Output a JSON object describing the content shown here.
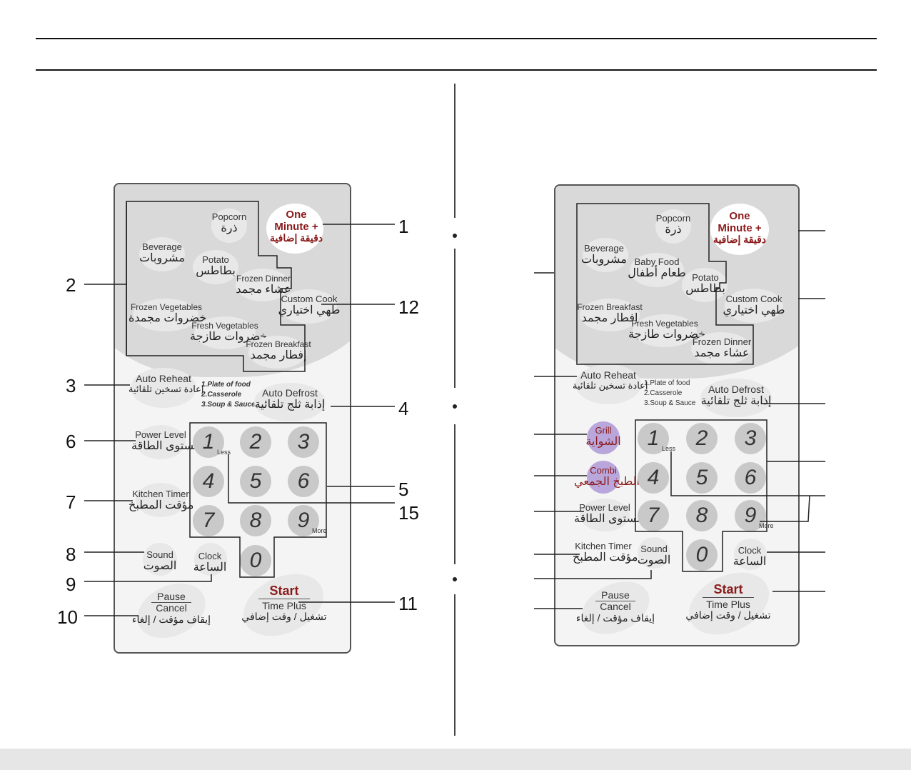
{
  "callouts": [
    "1",
    "2",
    "3",
    "4",
    "5",
    "6",
    "7",
    "8",
    "9",
    "10",
    "11",
    "12",
    "15"
  ],
  "left_panel": {
    "popcorn": {
      "en": "Popcorn",
      "ar": "ذرة"
    },
    "one_minute": {
      "en1": "One",
      "en2": "Minute +",
      "ar": "دقيقة إضافية"
    },
    "beverage": {
      "en": "Beverage",
      "ar": "مشروبات"
    },
    "potato": {
      "en": "Potato",
      "ar": "بطاطس"
    },
    "frozen_dinner": {
      "en": "Frozen Dinner",
      "ar": "عشاء مجمد"
    },
    "custom_cook": {
      "en": "Custom Cook",
      "ar": "طهي اختياري"
    },
    "frozen_vegetables": {
      "en": "Frozen Vegetables",
      "ar": "خضروات مجمدة"
    },
    "fresh_vegetables": {
      "en": "Fresh Vegetables",
      "ar": "خضروات طازجة"
    },
    "frozen_breakfast": {
      "en": "Frozen Breakfast",
      "ar": "إفطار مجمد"
    },
    "auto_reheat": {
      "en": "Auto Reheat",
      "ar": "إعادة تسخين تلقائية"
    },
    "reheat_options": [
      "1.Plate of food",
      "2.Casserole",
      "3.Soup & Sauce"
    ],
    "auto_defrost": {
      "en": "Auto Defrost",
      "ar": "إذابة ثلج تلقائية"
    },
    "power_level": {
      "en": "Power Level",
      "ar": "مستوى الطاقة"
    },
    "kitchen_timer": {
      "en": "Kitchen Timer",
      "ar": "مؤقت المطبخ"
    },
    "sound": {
      "en": "Sound",
      "ar": "الصوت"
    },
    "clock": {
      "en": "Clock",
      "ar": "الساعة"
    },
    "pause": {
      "en1": "Pause",
      "en2": "Cancel",
      "ar": "إيقاف مؤقت / إلغاء"
    },
    "start": {
      "en1": "Start",
      "en2": "Time Plus",
      "ar": "تشغيل / وقت إضافي"
    },
    "keys": [
      "1",
      "2",
      "3",
      "4",
      "5",
      "6",
      "7",
      "8",
      "9",
      "0"
    ],
    "less": "Less",
    "more": "More"
  },
  "right_panel": {
    "popcorn": {
      "en": "Popcorn",
      "ar": "ذرة"
    },
    "one_minute": {
      "en1": "One",
      "en2": "Minute +",
      "ar": "دقيقة إضافية"
    },
    "beverage": {
      "en": "Beverage",
      "ar": "مشروبات"
    },
    "baby_food": {
      "en": "Baby Food",
      "ar": "طعام أطفال"
    },
    "potato": {
      "en": "Potato",
      "ar": "بطاطس"
    },
    "custom_cook": {
      "en": "Custom Cook",
      "ar": "طهي اختياري"
    },
    "frozen_breakfast": {
      "en": "Frozen Breakfast",
      "ar": "إفطار مجمد"
    },
    "fresh_vegetables": {
      "en": "Fresh Vegetables",
      "ar": "خضروات طازجة"
    },
    "frozen_dinner": {
      "en": "Frozen Dinner",
      "ar": "عشاء مجمد"
    },
    "auto_reheat": {
      "en": "Auto Reheat",
      "ar": "إعادة تسخين تلقائية"
    },
    "reheat_options": [
      "1.Plate of food",
      "2.Casserole",
      "3.Soup & Sauce"
    ],
    "auto_defrost": {
      "en": "Auto Defrost",
      "ar": "إذابة ثلج تلقائية"
    },
    "grill": {
      "en": "Grill",
      "ar": "الشواية"
    },
    "combi": {
      "en": "Combi",
      "ar": "الطبخ الجمعي"
    },
    "power_level": {
      "en": "Power Level",
      "ar": "مستوى الطاقة"
    },
    "kitchen_timer": {
      "en": "Kitchen Timer",
      "ar": "مؤقت المطبخ"
    },
    "sound": {
      "en": "Sound",
      "ar": "الصوت"
    },
    "clock": {
      "en": "Clock",
      "ar": "الساعة"
    },
    "pause": {
      "en1": "Pause",
      "en2": "Cancel",
      "ar": "إيقاف مؤقت / إلغاء"
    },
    "start": {
      "en1": "Start",
      "en2": "Time Plus",
      "ar": "تشغيل / وقت إضافي"
    },
    "keys": [
      "1",
      "2",
      "3",
      "4",
      "5",
      "6",
      "7",
      "8",
      "9",
      "0"
    ],
    "less": "Less",
    "more": "More"
  },
  "colors": {
    "accent_red": "#8b1a1a",
    "grill_purple": "#b9a7dc",
    "panel_gray": "#d9d9d9"
  }
}
